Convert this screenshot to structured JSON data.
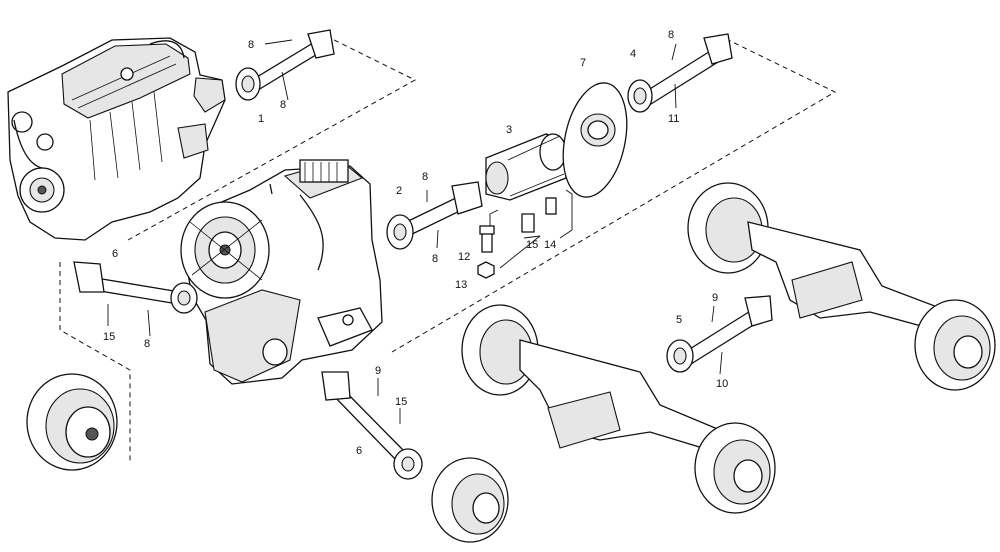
{
  "callouts": [
    "1",
    "2",
    "3",
    "4",
    "5",
    "6",
    "6",
    "7",
    "8",
    "8",
    "8",
    "8",
    "8",
    "8",
    "9",
    "9",
    "10",
    "11",
    "12",
    "13",
    "14",
    "15",
    "15"
  ]
}
